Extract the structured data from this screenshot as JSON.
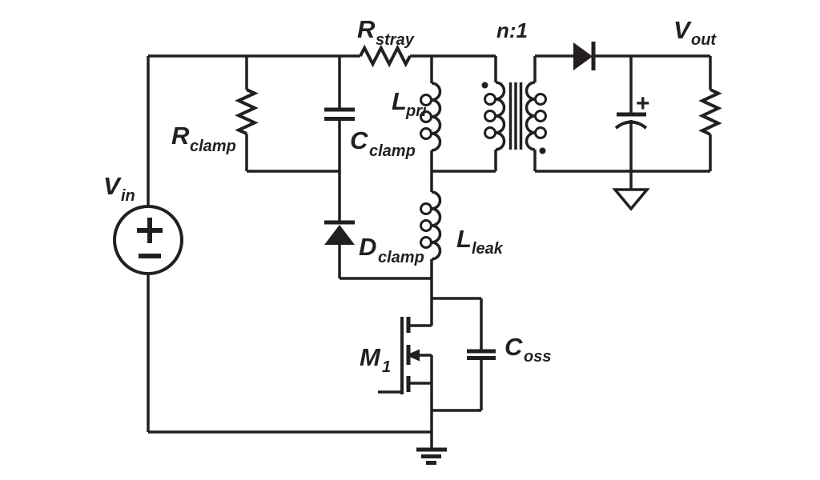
{
  "schematic": {
    "ink": "#231f20",
    "background": "#ffffff",
    "labels": {
      "vin": {
        "main": "V",
        "sub": "in"
      },
      "rstray": {
        "main": "R",
        "sub": "stray"
      },
      "rclamp": {
        "main": "R",
        "sub": "clamp"
      },
      "cclamp": {
        "main": "C",
        "sub": "clamp"
      },
      "dclamp": {
        "main": "D",
        "sub": "clamp"
      },
      "lpri": {
        "main": "L",
        "sub": "pri"
      },
      "lleak": {
        "main": "L",
        "sub": "leak"
      },
      "m1": {
        "main": "M",
        "sub": "1"
      },
      "coss": {
        "main": "C",
        "sub": "oss"
      },
      "turns_ratio": "n:1",
      "vout": {
        "main": "V",
        "sub": "out"
      },
      "output_cap_plus": "+"
    }
  }
}
